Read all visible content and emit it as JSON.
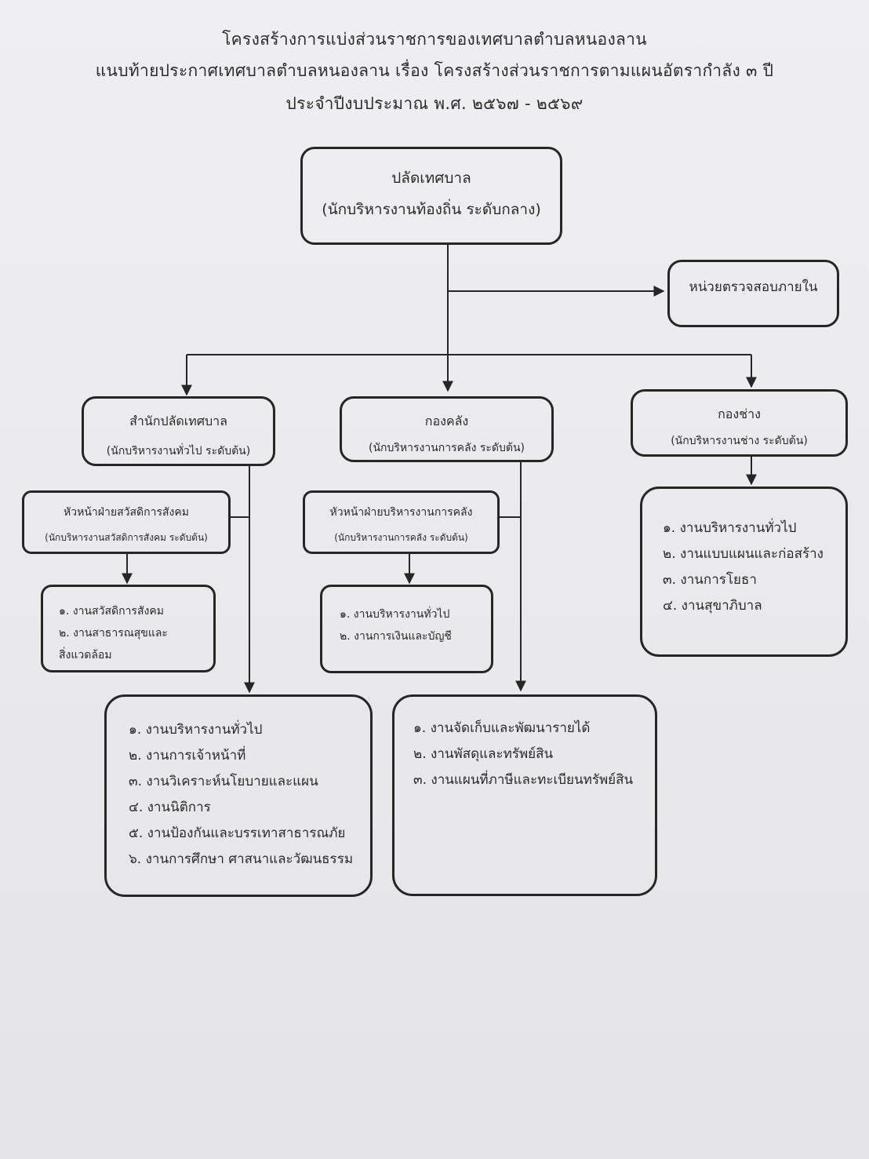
{
  "header": {
    "line1": "โครงสร้างการแบ่งส่วนราชการของเทศบาลตำบลหนองลาน",
    "line2": "แนบท้ายประกาศเทศบาลตำบลหนองลาน เรื่อง โครงสร้างส่วนราชการตามแผนอัตรากำลัง ๓ ปี",
    "line3": "ประจำปีงบประมาณ พ.ศ. ๒๕๖๗ - ๒๕๖๙"
  },
  "top": {
    "title": "ปลัดเทศบาล",
    "subtitle": "(นักบริหารงานท้องถิ่น ระดับกลาง)"
  },
  "audit": {
    "title": "หน่วยตรวจสอบภายใน"
  },
  "office": {
    "title": "สำนักปลัดเทศบาล",
    "subtitle": "(นักบริหารงานทั่วไป  ระดับต้น)",
    "sub_head": {
      "title": "หัวหน้าฝ่ายสวัสดิการสังคม",
      "subtitle": "(นักบริหารงานสวัสดิการสังคม ระดับต้น)"
    },
    "sub_tasks": [
      "๑. งานสวัสดิการสังคม",
      "๒. งานสาธารณสุขและ",
      "สิ่งแวดล้อม"
    ],
    "tasks": [
      "๑. งานบริหารงานทั่วไป",
      "๒. งานการเจ้าหน้าที่",
      "๓. งานวิเคราะห์นโยบายและแผน",
      "๔. งานนิติการ",
      "๕. งานป้องกันและบรรเทาสาธารณภัย",
      "๖. งานการศึกษา ศาสนาและวัฒนธรรม"
    ]
  },
  "finance": {
    "title": "กองคลัง",
    "subtitle": "(นักบริหารงานการคลัง  ระดับต้น)",
    "sub_head": {
      "title": "หัวหน้าฝ่ายบริหารงานการคลัง",
      "subtitle": "(นักบริหารงานการคลัง ระดับต้น)"
    },
    "sub_tasks": [
      "๑. งานบริหารงานทั่วไป",
      "๒. งานการเงินและบัญชี"
    ],
    "tasks": [
      "๑. งานจัดเก็บและพัฒนารายได้",
      "๒. งานพัสดุและทรัพย์สิน",
      "๓. งานแผนที่ภาษีและทะเบียนทรัพย์สิน"
    ]
  },
  "engineering": {
    "title": "กองช่าง",
    "subtitle": "(นักบริหารงานช่าง  ระดับต้น)",
    "tasks": [
      "๑. งานบริหารงานทั่วไป",
      "๒. งานแบบแผนและก่อสร้าง",
      "๓. งานการโยธา",
      "๔. งานสุขาภิบาล"
    ]
  }
}
